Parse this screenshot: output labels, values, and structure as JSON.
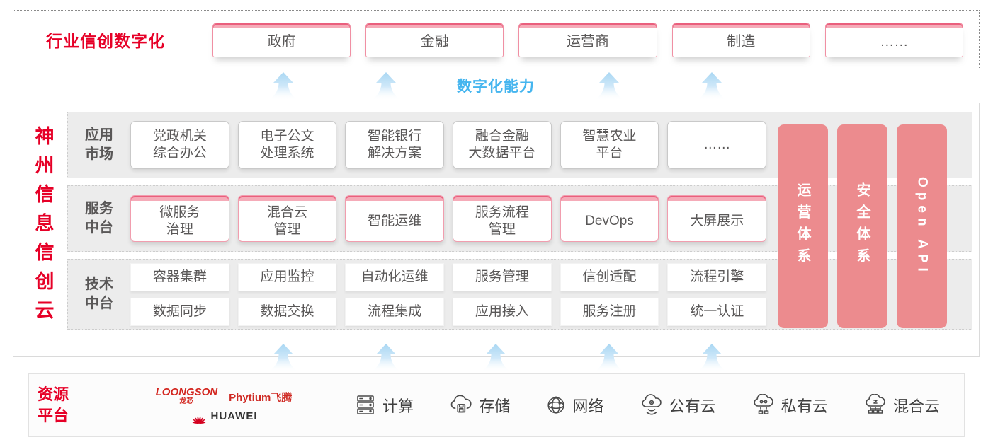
{
  "colors": {
    "accent_red": "#e60027",
    "capability_blue": "#45b5ef",
    "pillar_pink": "#ec8b8e",
    "box_pink_border": "#f19dae"
  },
  "top_panel": {
    "title": "行业信创数字化",
    "industries": [
      "政府",
      "金融",
      "运营商",
      "制造",
      "……"
    ]
  },
  "capability_label": "数字化能力",
  "main_panel": {
    "vertical_title": "神州信息信创云",
    "rows": [
      {
        "label": "应用\n市场",
        "items": [
          "党政机关\n综合办公",
          "电子公文\n处理系统",
          "智能银行\n解决方案",
          "融合金融\n大数据平台",
          "智慧农业\n平台",
          "……"
        ]
      },
      {
        "label": "服务\n中台",
        "items": [
          "微服务\n治理",
          "混合云\n管理",
          "智能运维",
          "服务流程\n管理",
          "DevOps",
          "大屏展示"
        ]
      },
      {
        "label": "技术\n中台",
        "items_row1": [
          "容器集群",
          "应用监控",
          "自动化运维",
          "服务管理",
          "信创适配",
          "流程引擎"
        ],
        "items_row2": [
          "数据同步",
          "数据交换",
          "流程集成",
          "应用接入",
          "服务注册",
          "统一认证"
        ]
      }
    ],
    "pillars": [
      "运营体系",
      "安全体系",
      "Open API"
    ]
  },
  "resource_panel": {
    "title": "资源\n平台",
    "vendors": {
      "loongson": "LOONGSON",
      "loongson_sub": "龙芯",
      "phytium": "Phytium飞腾",
      "huawei": "HUAWEI"
    },
    "resources": [
      {
        "icon": "compute-icon",
        "label": "计算"
      },
      {
        "icon": "storage-icon",
        "label": "存储"
      },
      {
        "icon": "network-icon",
        "label": "网络"
      },
      {
        "icon": "public-cloud-icon",
        "label": "公有云"
      },
      {
        "icon": "private-cloud-icon",
        "label": "私有云"
      },
      {
        "icon": "hybrid-cloud-icon",
        "label": "混合云"
      }
    ]
  }
}
